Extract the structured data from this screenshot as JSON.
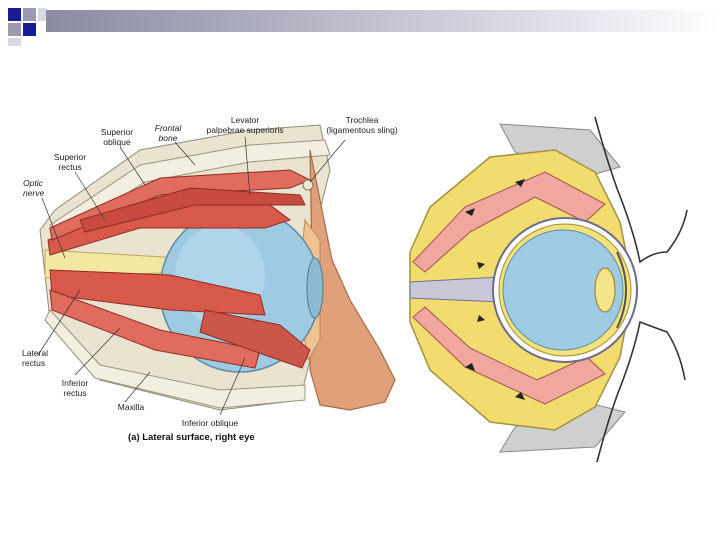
{
  "theme": {
    "deco_dark": "#1a1a99",
    "deco_mid": "#9a9ab0",
    "deco_light": "#d9d9e4",
    "muscle": "#d8584a",
    "eyeball": "#9ecbe3",
    "fat": "#f2dc70",
    "skin": "#e0a07a"
  },
  "figure_a": {
    "caption": "(a) Lateral surface, right eye",
    "labels": {
      "superior_oblique": "Superior\noblique",
      "frontal_bone": "Frontal\nbone",
      "levator": "Levator\npalpebrae superioris",
      "trochlea": "Trochlea\n(ligamentous sling)",
      "superior_rectus": "Superior\nrectus",
      "optic_nerve": "Optic\nnerve",
      "lateral_rectus": "Lateral\nrectus",
      "inferior_rectus": "Inferior\nrectus",
      "maxilla": "Maxilla",
      "inferior_oblique": "Inferior oblique"
    }
  }
}
